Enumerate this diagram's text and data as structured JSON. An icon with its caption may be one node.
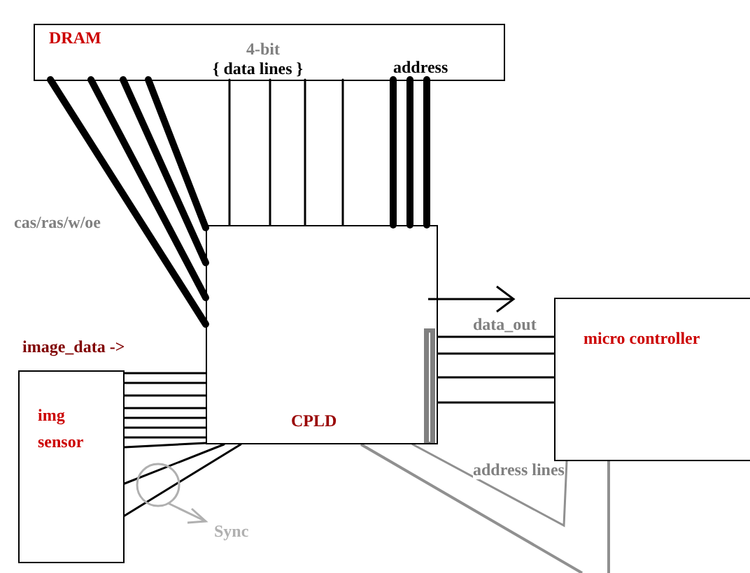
{
  "diagram": {
    "nodes": [
      {
        "text": [
          "DRAM",
          "4-bit",
          "{  data lines  }",
          "address"
        ]
      },
      {
        "text": [
          "CPLD"
        ]
      },
      {
        "text": [
          "micro controller"
        ]
      },
      {
        "text": [
          "img sensor"
        ]
      }
    ],
    "edges": [
      {
        "from": 0,
        "to": 1,
        "arrow": "none",
        "style": "thick"
      },
      {
        "from": 0,
        "to": 1,
        "arrow": "none",
        "style": "thick"
      },
      {
        "from": 0,
        "to": 1,
        "arrow": "none",
        "style": "thick"
      },
      {
        "from": 0,
        "to": 1,
        "arrow": "none",
        "style": "thick"
      },
      {
        "from": 0,
        "to": 1,
        "arrow": "none"
      },
      {
        "from": 0,
        "to": 1,
        "arrow": "none"
      },
      {
        "from": 0,
        "to": 1,
        "arrow": "none"
      },
      {
        "from": 0,
        "to": 1,
        "arrow": "none"
      },
      {
        "from": 0,
        "to": 1,
        "arrow": "none",
        "style": "thick"
      },
      {
        "from": 0,
        "to": 1,
        "arrow": "none",
        "style": "thick"
      },
      {
        "from": 0,
        "to": 1,
        "arrow": "none",
        "style": "thick"
      },
      {
        "from": 3,
        "to": 1,
        "arrow": "none"
      },
      {
        "from": 3,
        "to": 1,
        "arrow": "none"
      },
      {
        "from": 3,
        "to": 1,
        "arrow": "none"
      },
      {
        "from": 3,
        "to": 1,
        "arrow": "none"
      },
      {
        "from": 3,
        "to": 1,
        "arrow": "none"
      },
      {
        "from": 3,
        "to": 1,
        "arrow": "none"
      },
      {
        "from": 3,
        "to": 1,
        "arrow": "none"
      },
      {
        "from": 3,
        "to": 1,
        "arrow": "none"
      },
      {
        "from": 3,
        "to": 1,
        "arrow": "none"
      },
      {
        "from": 3,
        "to": 1,
        "arrow": "none"
      },
      {
        "from": 1,
        "to": 2,
        "arrow": "none"
      },
      {
        "from": 1,
        "to": 2,
        "arrow": "none"
      },
      {
        "from": 1,
        "to": 2,
        "arrow": "none"
      },
      {
        "from": 1,
        "to": 2,
        "arrow": "none"
      },
      {
        "from": 1,
        "to": 2,
        "arrow": "none",
        "color": "#909090"
      }
    ],
    "labels": [
      "cas/ras/w/oe",
      "image_data ->",
      "data_out",
      "address lines",
      "Sync"
    ]
  }
}
